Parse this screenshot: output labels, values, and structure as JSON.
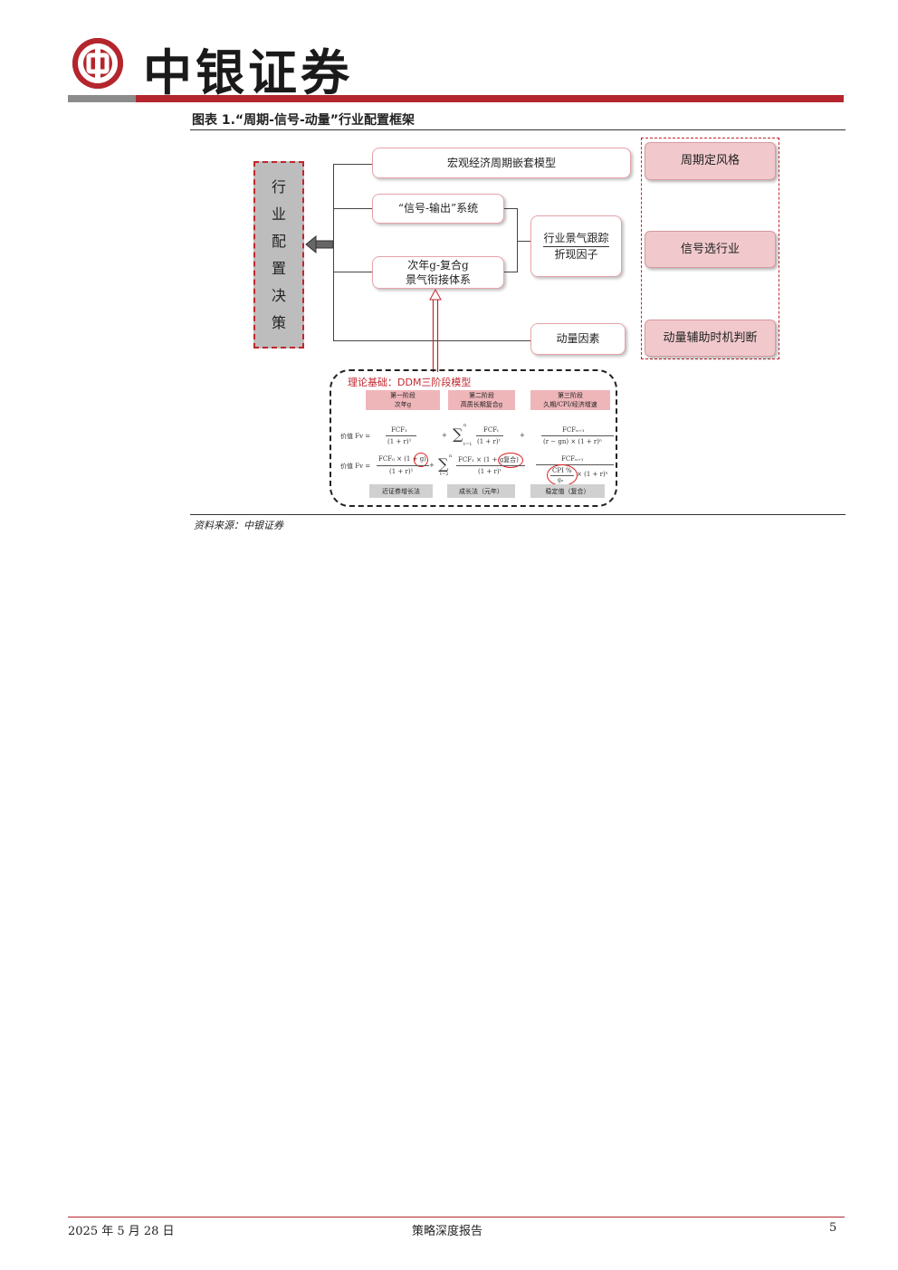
{
  "header": {
    "logo_text": "中银证券"
  },
  "figure": {
    "title": "图表 1.“周期-信号-动量”行业配置框架",
    "source": "资料来源：中银证券"
  },
  "diagram": {
    "decision": [
      "行",
      "业",
      "配",
      "置",
      "决",
      "策"
    ],
    "macro_model": "宏观经济周期嵌套模型",
    "signal_system": "“信号-输出”系统",
    "composite_line1": "次年g-复合g",
    "composite_line2": "景气衔接体系",
    "tracking_line1": "行业景气跟踪",
    "tracking_line2": "折现因子",
    "momentum": "动量因素",
    "right_boxes": [
      "周期定风格",
      "信号选行业",
      "动量辅助时机判断"
    ],
    "ddm": {
      "title": "理论基础：DDM三阶段模型",
      "stages": [
        {
          "line1": "第一阶段",
          "line2": "次年g"
        },
        {
          "line1": "第二阶段",
          "line2": "高质长期复合g"
        },
        {
          "line1": "第三阶段",
          "line2": "久期/CPI/经济增速"
        }
      ],
      "formula_label": "价值 Fv =",
      "formula1": {
        "t1_num": "FCF₁",
        "t1_den": "(1 + r)¹",
        "plus": "+",
        "sum_top": "n",
        "sum_bottom": "t=1",
        "t2_num": "FCFₜ",
        "t2_den": "(1 + r)ᵗ",
        "t3_num": "FCFₙ₊₁",
        "t3_den": "(r − gn) × (1 + r)ⁿ"
      },
      "formula2": {
        "t1_num": "FCF₀ × (1 + g)",
        "t1_den": "(1 + r)¹",
        "sum_top": "n",
        "sum_bottom": "t=2",
        "t2_num": "FCF₁ × (1 + g复合)",
        "t2_den": "(1 + r)ᵗ",
        "t3_num": "FCFₙ₊₁",
        "t3_cpi": "CPI %",
        "t3_g": "gₙ",
        "t3_den": "× (1 + r)ⁿ"
      },
      "methods": [
        "近证券增长法",
        "成长法（元年）",
        "稳定值（复合）"
      ]
    }
  },
  "footer": {
    "date": "2025 年 5 月 28 日",
    "report_type": "策略深度报告",
    "page": "5"
  },
  "colors": {
    "brand_red": "#b4262d",
    "grey_bar": "#8c8c8c",
    "pink_box": "#f1c9cc",
    "decision_grey": "#bdbdbd"
  }
}
